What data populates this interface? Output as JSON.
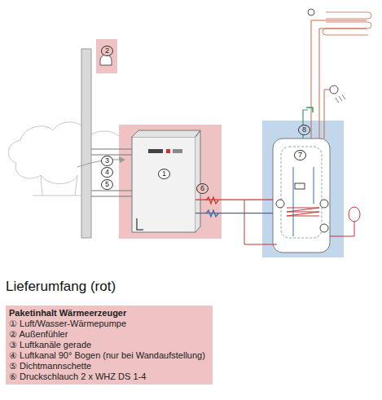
{
  "diagram": {
    "title": "Lieferumfang (rot)",
    "nodes": [
      {
        "text": [
          "1"
        ]
      },
      {
        "text": [
          "7"
        ]
      },
      {
        "text": [
          "Paketinhalt Wärmeerzeuger",
          "① Luft/Wasser-Wärmepumpe",
          "② Außenfühler",
          "③ Luftkanäle gerade",
          "④ Luftkanal 90° Bogen (nur bei Wandaufstellung)",
          "⑤ Dichtmannschette",
          "⑥ Druckschlauch 2 x WHZ DS 1-4"
        ]
      }
    ],
    "edges": [
      {
        "from": 0,
        "to": 1,
        "arrow": "none"
      },
      {
        "from": 0,
        "to": 1,
        "arrow": "none"
      }
    ],
    "labels": [
      "2",
      "3",
      "4",
      "5",
      "6",
      "8"
    ]
  }
}
